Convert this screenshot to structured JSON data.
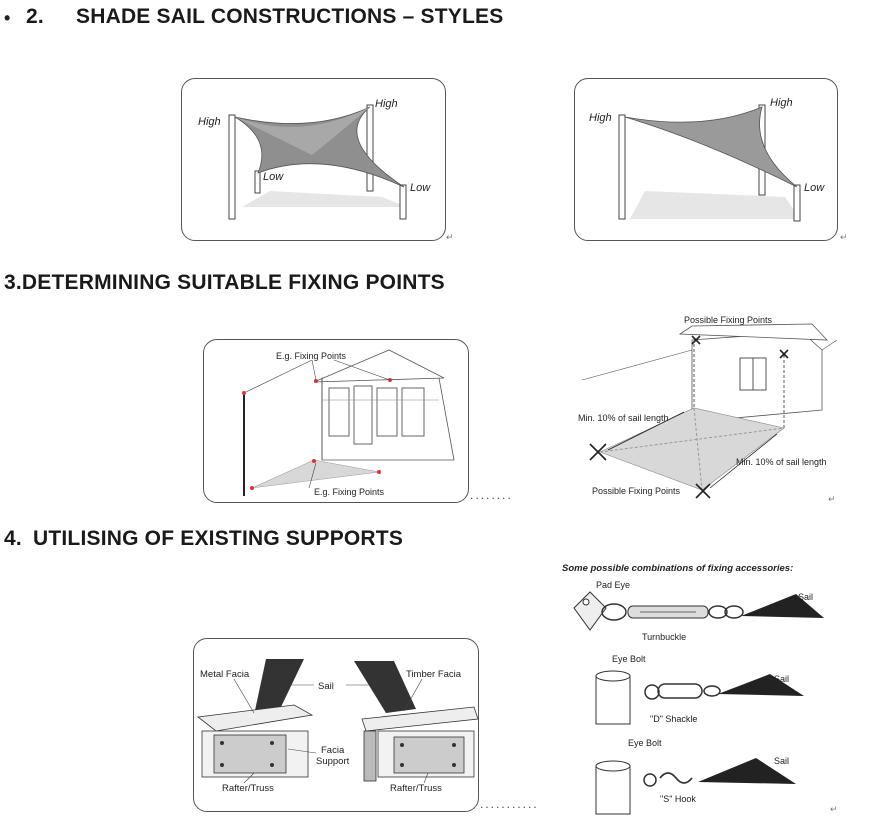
{
  "sections": {
    "s2": {
      "bullet": "•",
      "number": "2.",
      "title": "SHADE SAIL CONSTRUCTIONS – STYLES"
    },
    "s3": {
      "title": "3.DETERMINING SUITABLE FIXING POINTS"
    },
    "s4": {
      "number": "4.",
      "title": "UTILISING OF EXISTING SUPPORTS"
    }
  },
  "styles_left": {
    "high_left": "High",
    "high_right": "High",
    "low_left": "Low",
    "low_right": "Low"
  },
  "styles_right": {
    "high_left": "High",
    "high_right": "High",
    "low_right": "Low"
  },
  "fixing_left": {
    "top_label": "E.g. Fixing Points",
    "bottom_label": "E.g. Fixing Points"
  },
  "fixing_right": {
    "top_label": "Possible Fixing Points",
    "min_left": "Min. 10% of sail length",
    "min_right": "Min. 10% of sail length",
    "bottom_label": "Possible Fixing Points"
  },
  "supports": {
    "metal_facia": "Metal Facia",
    "sail": "Sail",
    "timber_facia": "Timber Facia",
    "facia_support": "Facia\nSupport",
    "rafter_left": "Rafter/Truss",
    "rafter_right": "Rafter/Truss"
  },
  "accessories": {
    "title": "Some possible combinations of fixing accessories:",
    "pad_eye": "Pad Eye",
    "turnbuckle": "Turnbuckle",
    "sail1": "Sail",
    "eye_bolt1": "Eye Bolt",
    "d_shackle": "\"D\" Shackle",
    "sail2": "Sail",
    "eye_bolt2": "Eye Bolt",
    "s_hook": "\"S\" Hook",
    "sail3": "Sail"
  },
  "connectors": {
    "dots1": "........",
    "dots2": "..........."
  },
  "marks": {
    "return": "↵"
  }
}
